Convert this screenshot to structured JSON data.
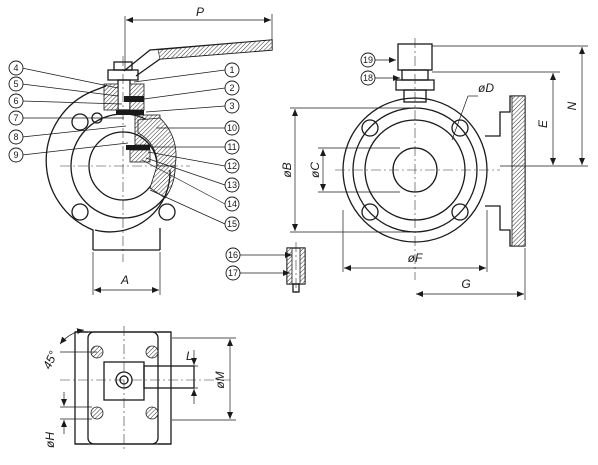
{
  "balloons": {
    "b1": "1",
    "b2": "2",
    "b3": "3",
    "b4": "4",
    "b5": "5",
    "b6": "6",
    "b7": "7",
    "b8": "8",
    "b9": "9",
    "b10": "10",
    "b11": "11",
    "b12": "12",
    "b13": "13",
    "b14": "14",
    "b15": "15",
    "b16": "16",
    "b17": "17",
    "b18": "18",
    "b19": "19"
  },
  "dimensions": {
    "P": "P",
    "A": "A",
    "B": "øB",
    "C": "øC",
    "D": "øD",
    "E": "E",
    "N": "N",
    "F": "øF",
    "G": "G",
    "L": "L",
    "M": "øM",
    "H": "øH",
    "angle": "45°"
  }
}
